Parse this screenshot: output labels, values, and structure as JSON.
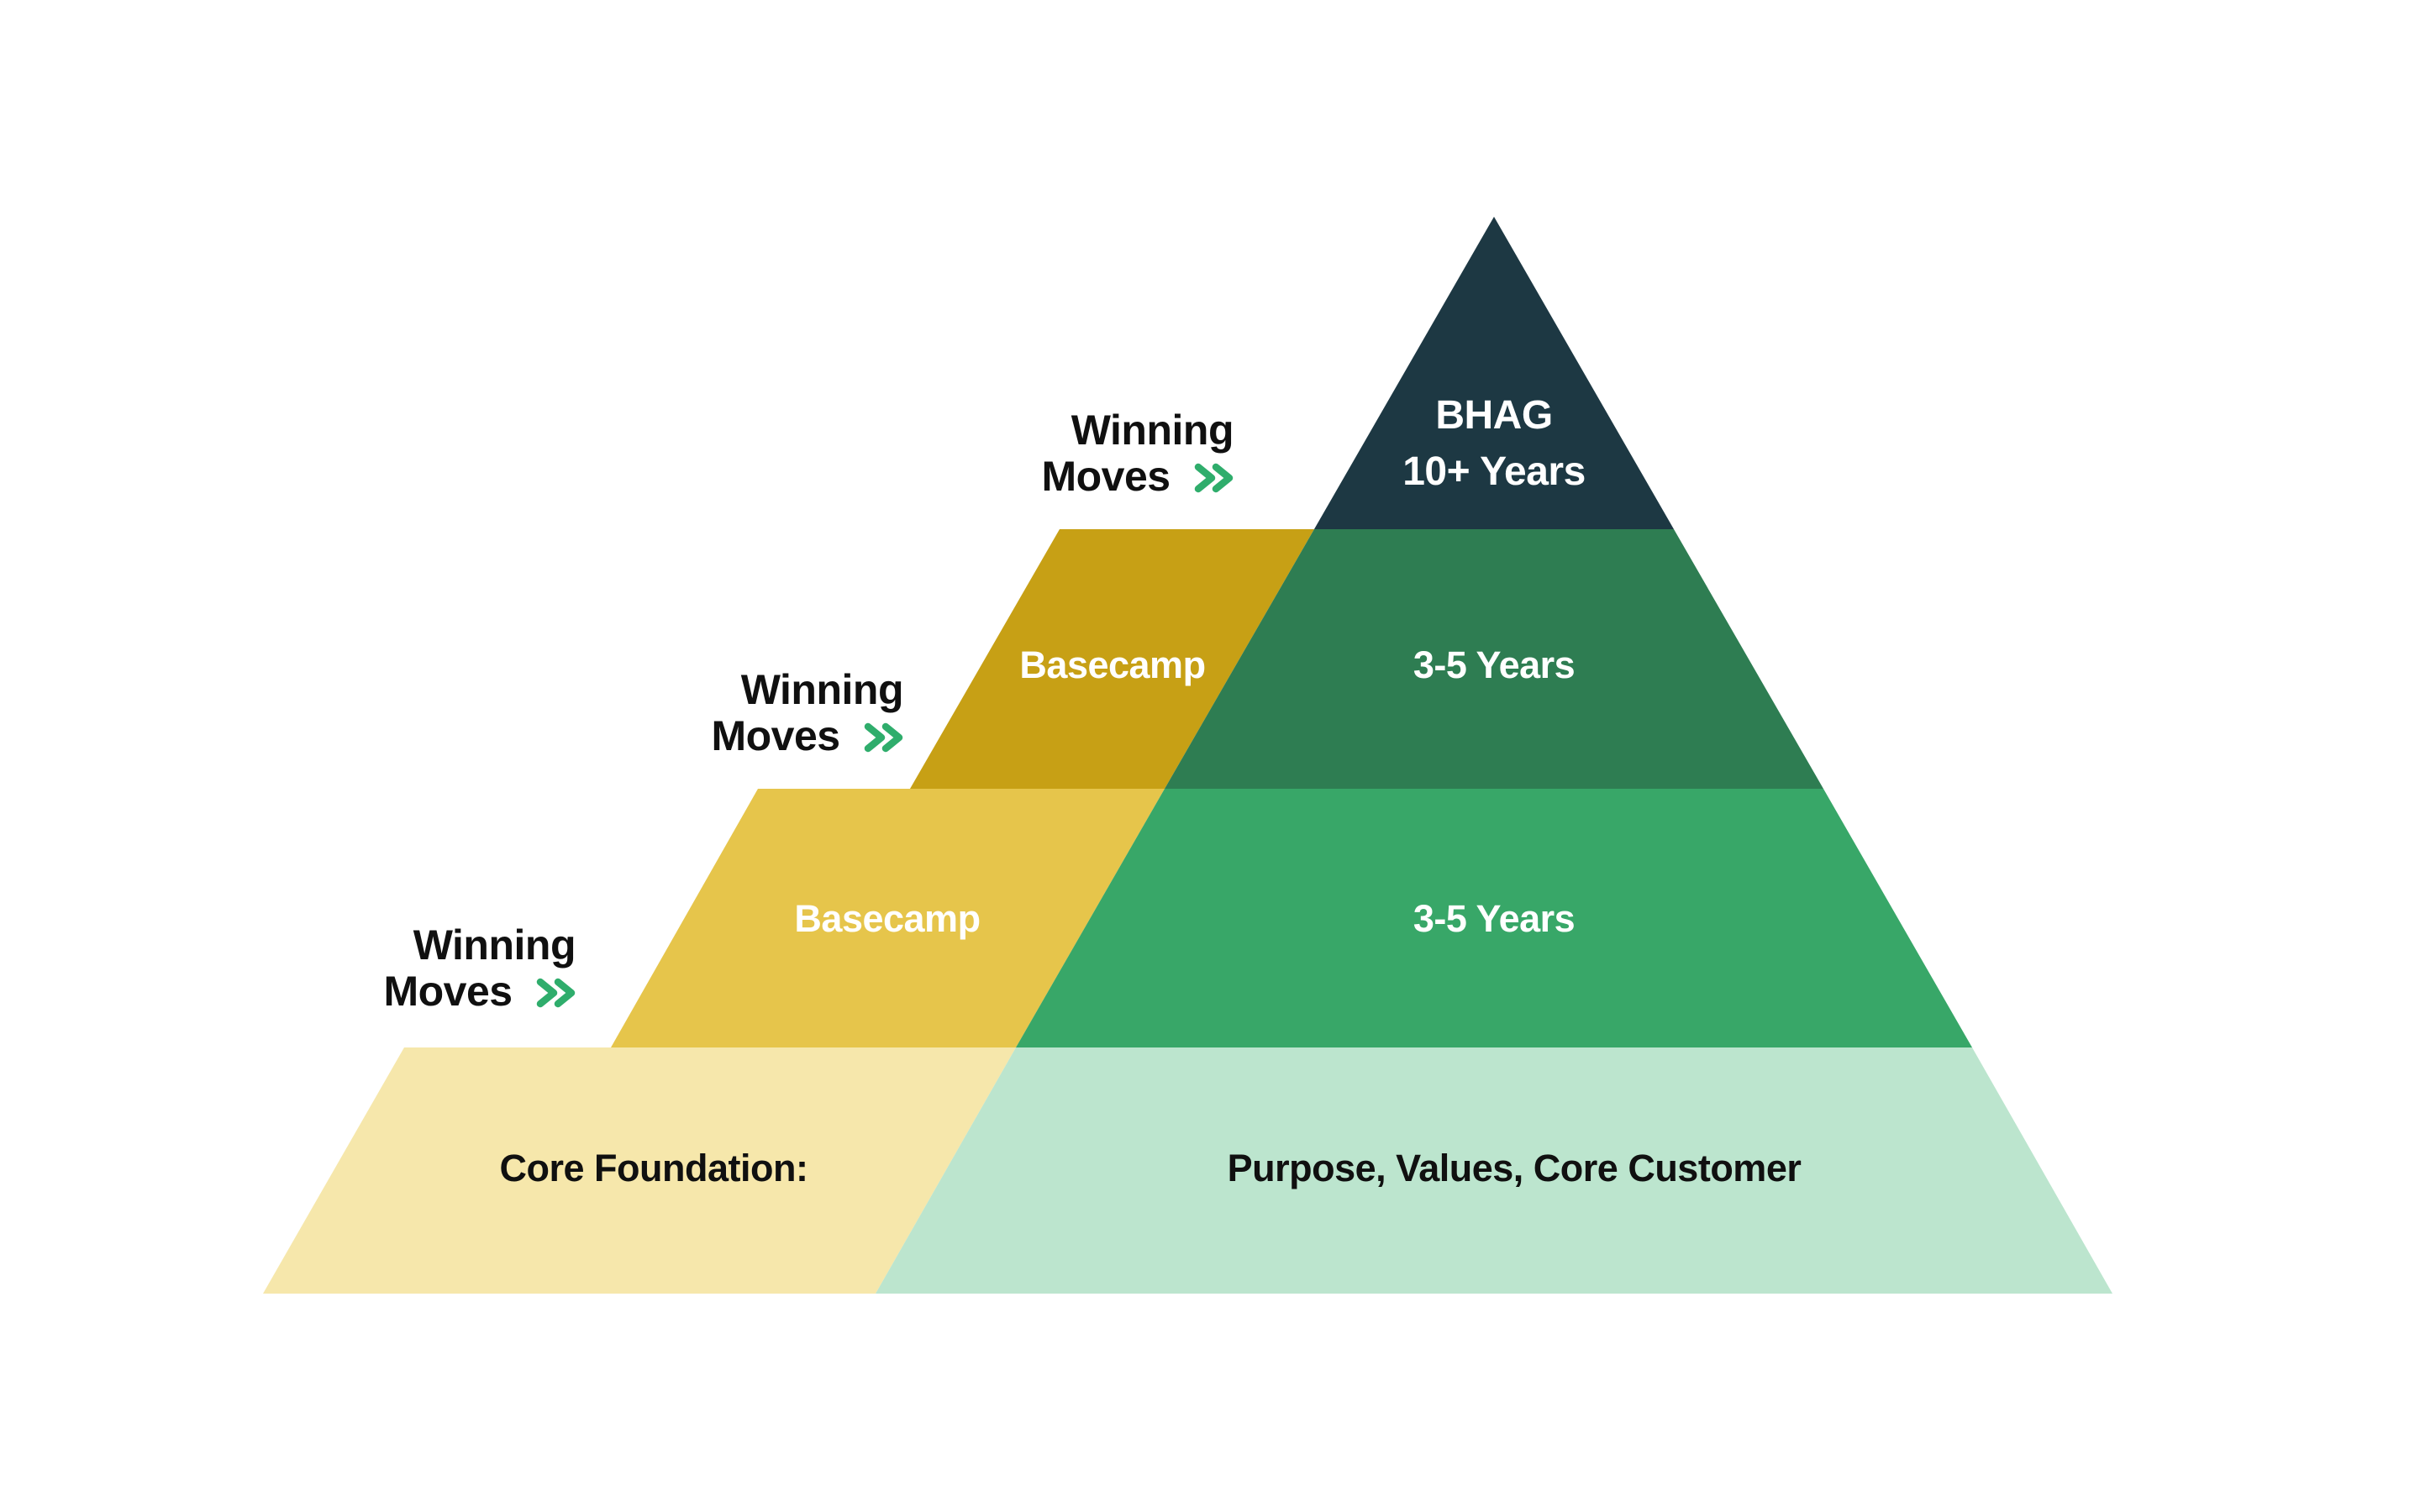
{
  "canvas": {
    "background": "#ffffff"
  },
  "colors": {
    "apex_navy": "#1D3843",
    "row2_gold": "#C7A015",
    "row2_green": "#2E7D52",
    "row3_gold": "#E6C54B",
    "row3_green": "#38A768",
    "row4_yellow": "#F6E7AB",
    "row4_green": "#BCE5CE",
    "chevron_green": "#2FAD6C",
    "text_light": "#FFFFFF",
    "text_dark": "#101010"
  },
  "apex": {
    "title": "BHAG",
    "subtitle": "10+ Years"
  },
  "rows": [
    {
      "left": "Basecamp",
      "right": "3-5 Years"
    },
    {
      "left": "Basecamp",
      "right": "3-5 Years"
    },
    {
      "left": "Core Foundation:",
      "right": "Purpose, Values, Core Customer"
    }
  ],
  "side_labels": [
    {
      "line1": "Winning",
      "line2": "Moves"
    },
    {
      "line1": "Winning",
      "line2": "Moves"
    },
    {
      "line1": "Winning",
      "line2": "Moves"
    }
  ]
}
